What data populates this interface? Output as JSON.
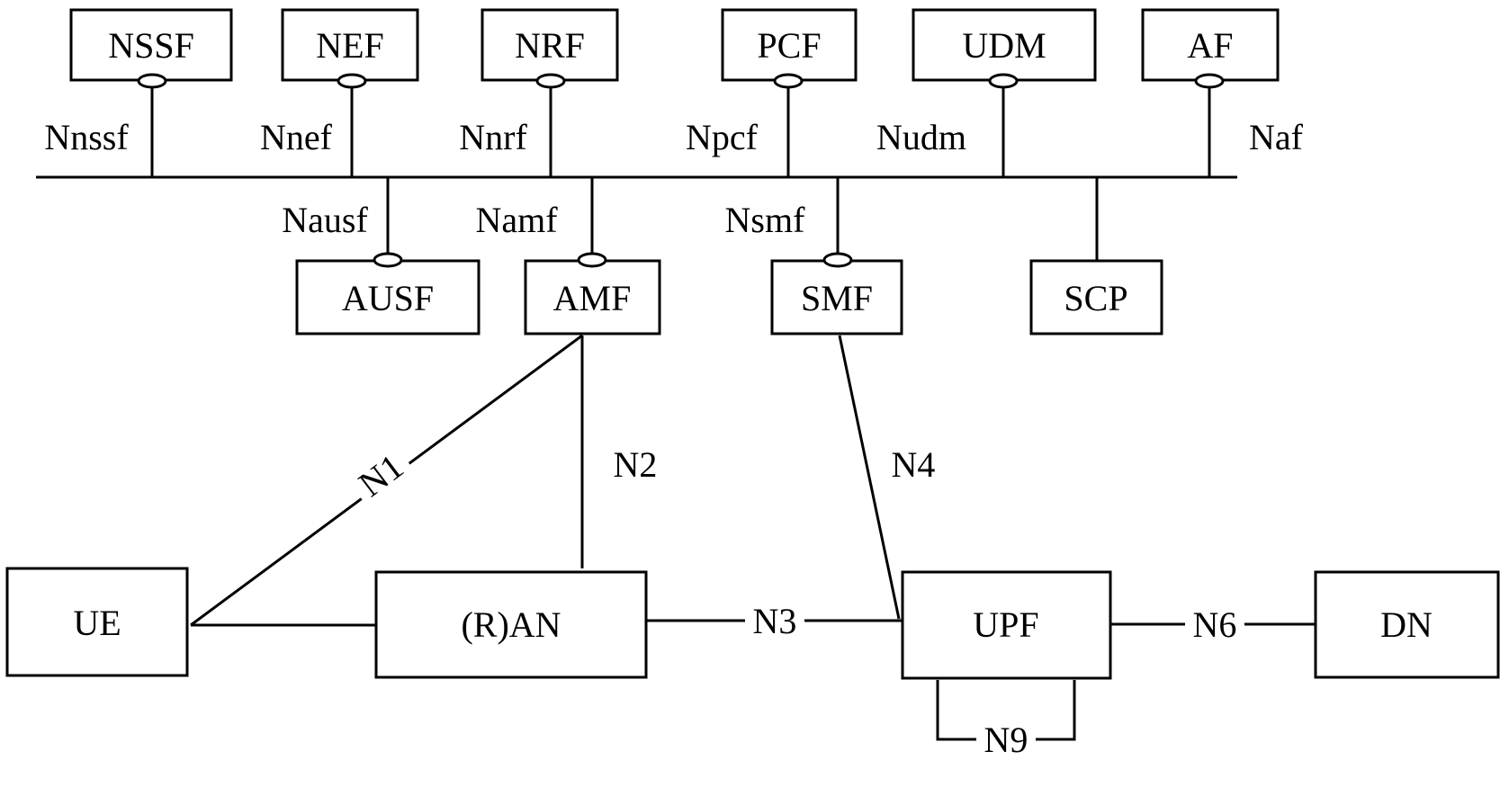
{
  "nodes": {
    "nssf": "NSSF",
    "nef": "NEF",
    "nrf": "NRF",
    "pcf": "PCF",
    "udm": "UDM",
    "af": "AF",
    "ausf": "AUSF",
    "amf": "AMF",
    "smf": "SMF",
    "scp": "SCP",
    "ue": "UE",
    "ran": "(R)AN",
    "upf": "UPF",
    "dn": "DN"
  },
  "interfaces": {
    "nnssf": "Nnssf",
    "nnef": "Nnef",
    "nnrf": "Nnrf",
    "npcf": "Npcf",
    "nudm": "Nudm",
    "naf": "Naf",
    "nausf": "Nausf",
    "namf": "Namf",
    "nsmf": "Nsmf",
    "n1": "N1",
    "n2": "N2",
    "n3": "N3",
    "n4": "N4",
    "n6": "N6",
    "n9": "N9"
  }
}
